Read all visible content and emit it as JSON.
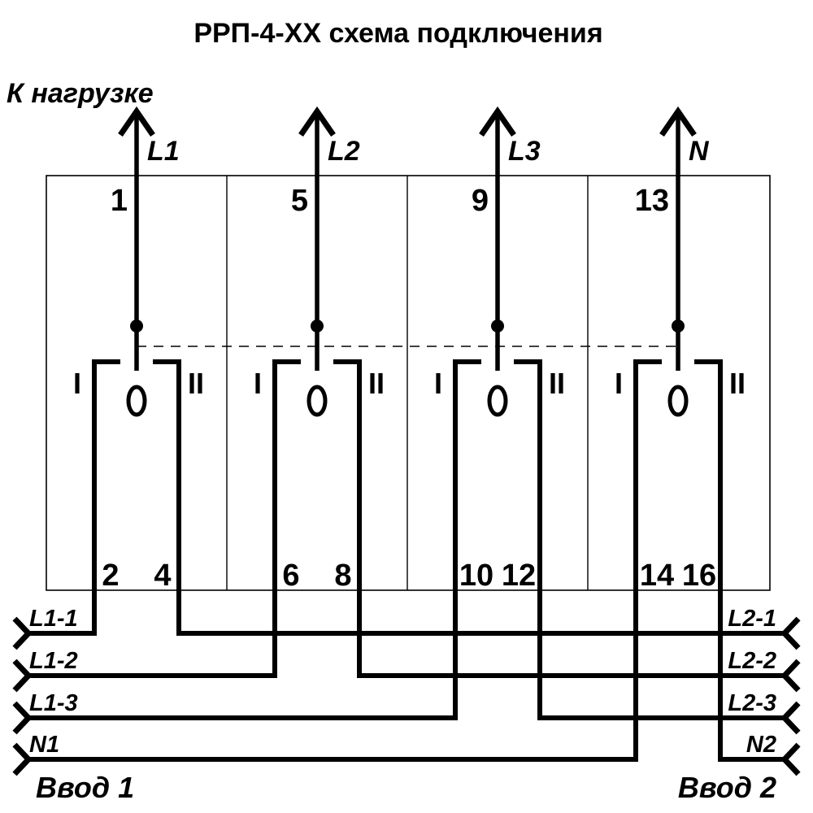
{
  "title": "РРП-4-ХХ схема подключения",
  "diagram": {
    "load_caption": "К нагрузке",
    "poles": [
      {
        "output_label": "L1",
        "top_terminal": "1",
        "left_terminal": "2",
        "right_terminal": "4"
      },
      {
        "output_label": "L2",
        "top_terminal": "5",
        "left_terminal": "6",
        "right_terminal": "8"
      },
      {
        "output_label": "L3",
        "top_terminal": "9",
        "left_terminal": "10",
        "right_terminal": "12"
      },
      {
        "output_label": "N",
        "top_terminal": "13",
        "left_terminal": "14",
        "right_terminal": "16"
      }
    ],
    "position_labels": {
      "left": "I",
      "right": "II"
    },
    "input1": {
      "caption": "Ввод 1",
      "lines": [
        "L1-1",
        "L1-2",
        "L1-3",
        "N1"
      ]
    },
    "input2": {
      "caption": "Ввод 2",
      "lines": [
        "L2-1",
        "L2-2",
        "L2-3",
        "N2"
      ]
    },
    "colors": {
      "ink": "#000000",
      "background": "#ffffff"
    }
  }
}
